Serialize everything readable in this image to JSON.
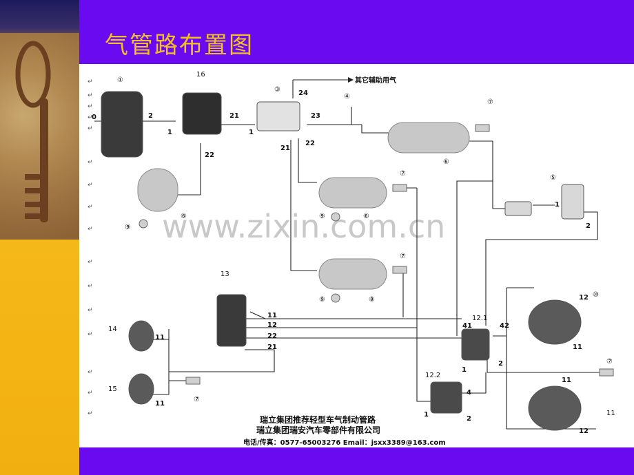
{
  "slide": {
    "title": "气管路布置图"
  },
  "diagram": {
    "watermark": "www.zixin.com.cn",
    "other_aux_air": "其它辅助用气",
    "footer": {
      "line1": "瑞立集团推荐轻型车气制动管路",
      "line2": "瑞立集团瑞安汽车零部件有限公司",
      "line3": "电话/传真：0577-65003276 Email：jsxx3389@163.com"
    },
    "callouts": {
      "compressor": "①",
      "dryer": "16",
      "valve_4circuit": "③",
      "test_point": "④",
      "tank_main_tag": "⑥",
      "drain_top": "⑦",
      "tank_left_tag": "⑥",
      "drain_left": "⑨",
      "mid_tank_drain_r": "⑦",
      "mid_tank_drain_l": "⑨",
      "mid_tank_tag": "⑥",
      "low_tank_drain_r": "⑦",
      "low_tank_drain_l": "⑨",
      "low_tank_tag": "⑧",
      "hand_valve": "⑤",
      "brake_pedal": "13",
      "front_chamber_top": "14",
      "front_chamber_bottom": "15",
      "front_drain": "⑦",
      "relay_top": "12.1",
      "relay_bottom": "12.2",
      "rear_chamber_top": "⑩",
      "rear_drain": "⑦",
      "rear_chamber_bottom": "11"
    },
    "port_labels": {
      "p0": "0",
      "p2a": "2",
      "p1a": "1",
      "p21a": "21",
      "p1b": "1",
      "p22a": "22",
      "p24": "24",
      "p23": "23",
      "p21b": "21",
      "p22b": "22",
      "hv1": "1",
      "hv2": "2",
      "pd11": "11",
      "pd12": "12",
      "pd22": "22",
      "pd21": "21",
      "fc11a": "11",
      "fc11b": "11",
      "r41": "41",
      "r42": "42",
      "r1": "1",
      "r2": "2",
      "rc12a": "12",
      "rc11a": "11",
      "rc11b": "11",
      "rc12b": "12",
      "q4": "4",
      "q1": "1",
      "q2": "2"
    }
  }
}
